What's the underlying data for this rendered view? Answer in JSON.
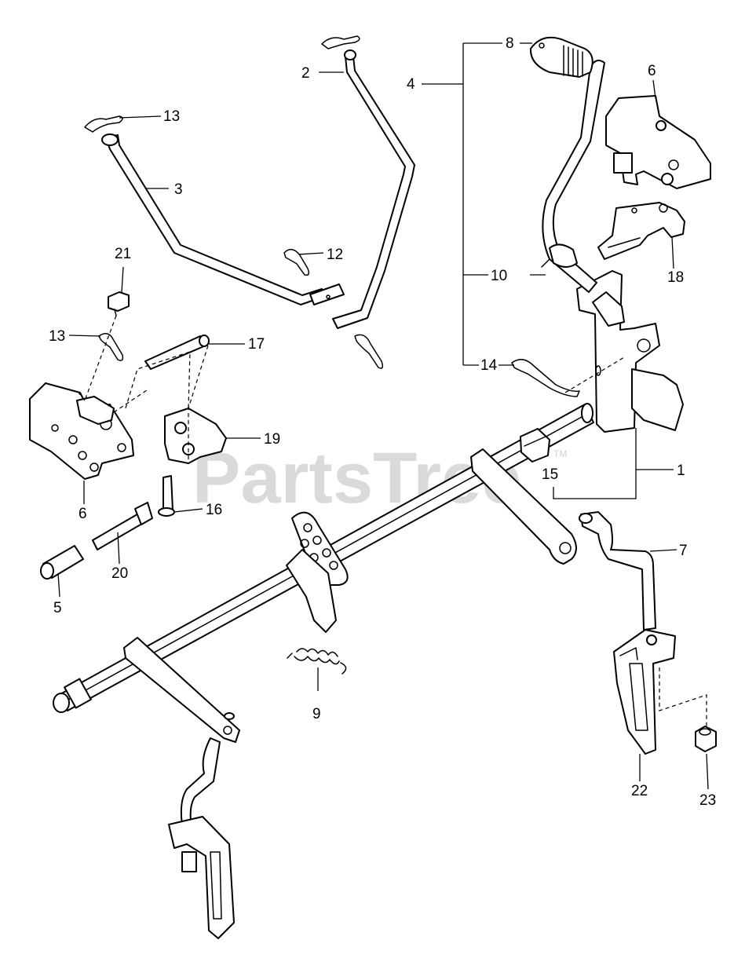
{
  "watermark": {
    "text": "PartsTree",
    "tm": "TM"
  },
  "callouts": {
    "c1": "1",
    "c2": "2",
    "c3": "3",
    "c4": "4",
    "c5": "5",
    "c6a": "6",
    "c6b": "6",
    "c7": "7",
    "c8": "8",
    "c9": "9",
    "c10": "10",
    "c12": "12",
    "c13a": "13",
    "c13b": "13",
    "c14": "14",
    "c15": "15",
    "c16": "16",
    "c17": "17",
    "c18": "18",
    "c19": "19",
    "c20": "20",
    "c21": "21",
    "c22": "22",
    "c23": "23"
  }
}
